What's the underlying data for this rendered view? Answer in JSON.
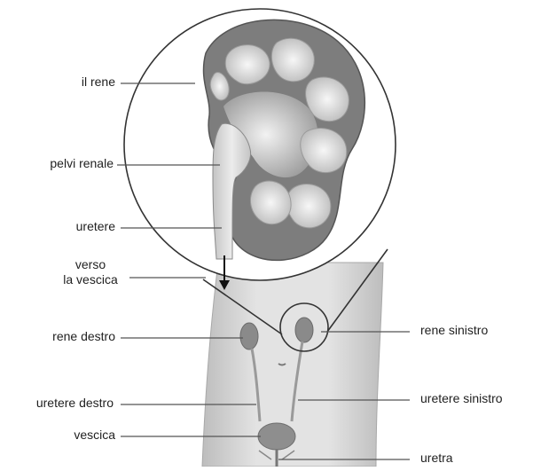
{
  "labels": {
    "kidney": "il rene",
    "renal_pelvis": "pelvi renale",
    "ureter": "uretere",
    "toward_bladder_line1": "verso",
    "toward_bladder_line2": "la vescica",
    "right_kidney": "rene destro",
    "left_kidney": "rene sinistro",
    "left_ureter": "uretere sinistro",
    "right_ureter": "uretere destro",
    "bladder": "vescica",
    "urethra": "uretra"
  },
  "colors": {
    "kidney_fill": "#7d7d7d",
    "kidney_inner": "#c9c9c9",
    "pyramid": "#e2e2e2",
    "ureter": "#d9d9d9",
    "body": "#d4d4d4",
    "body_edge": "#a8a8a8",
    "leader_line": "#555555",
    "circle": "#333333"
  }
}
